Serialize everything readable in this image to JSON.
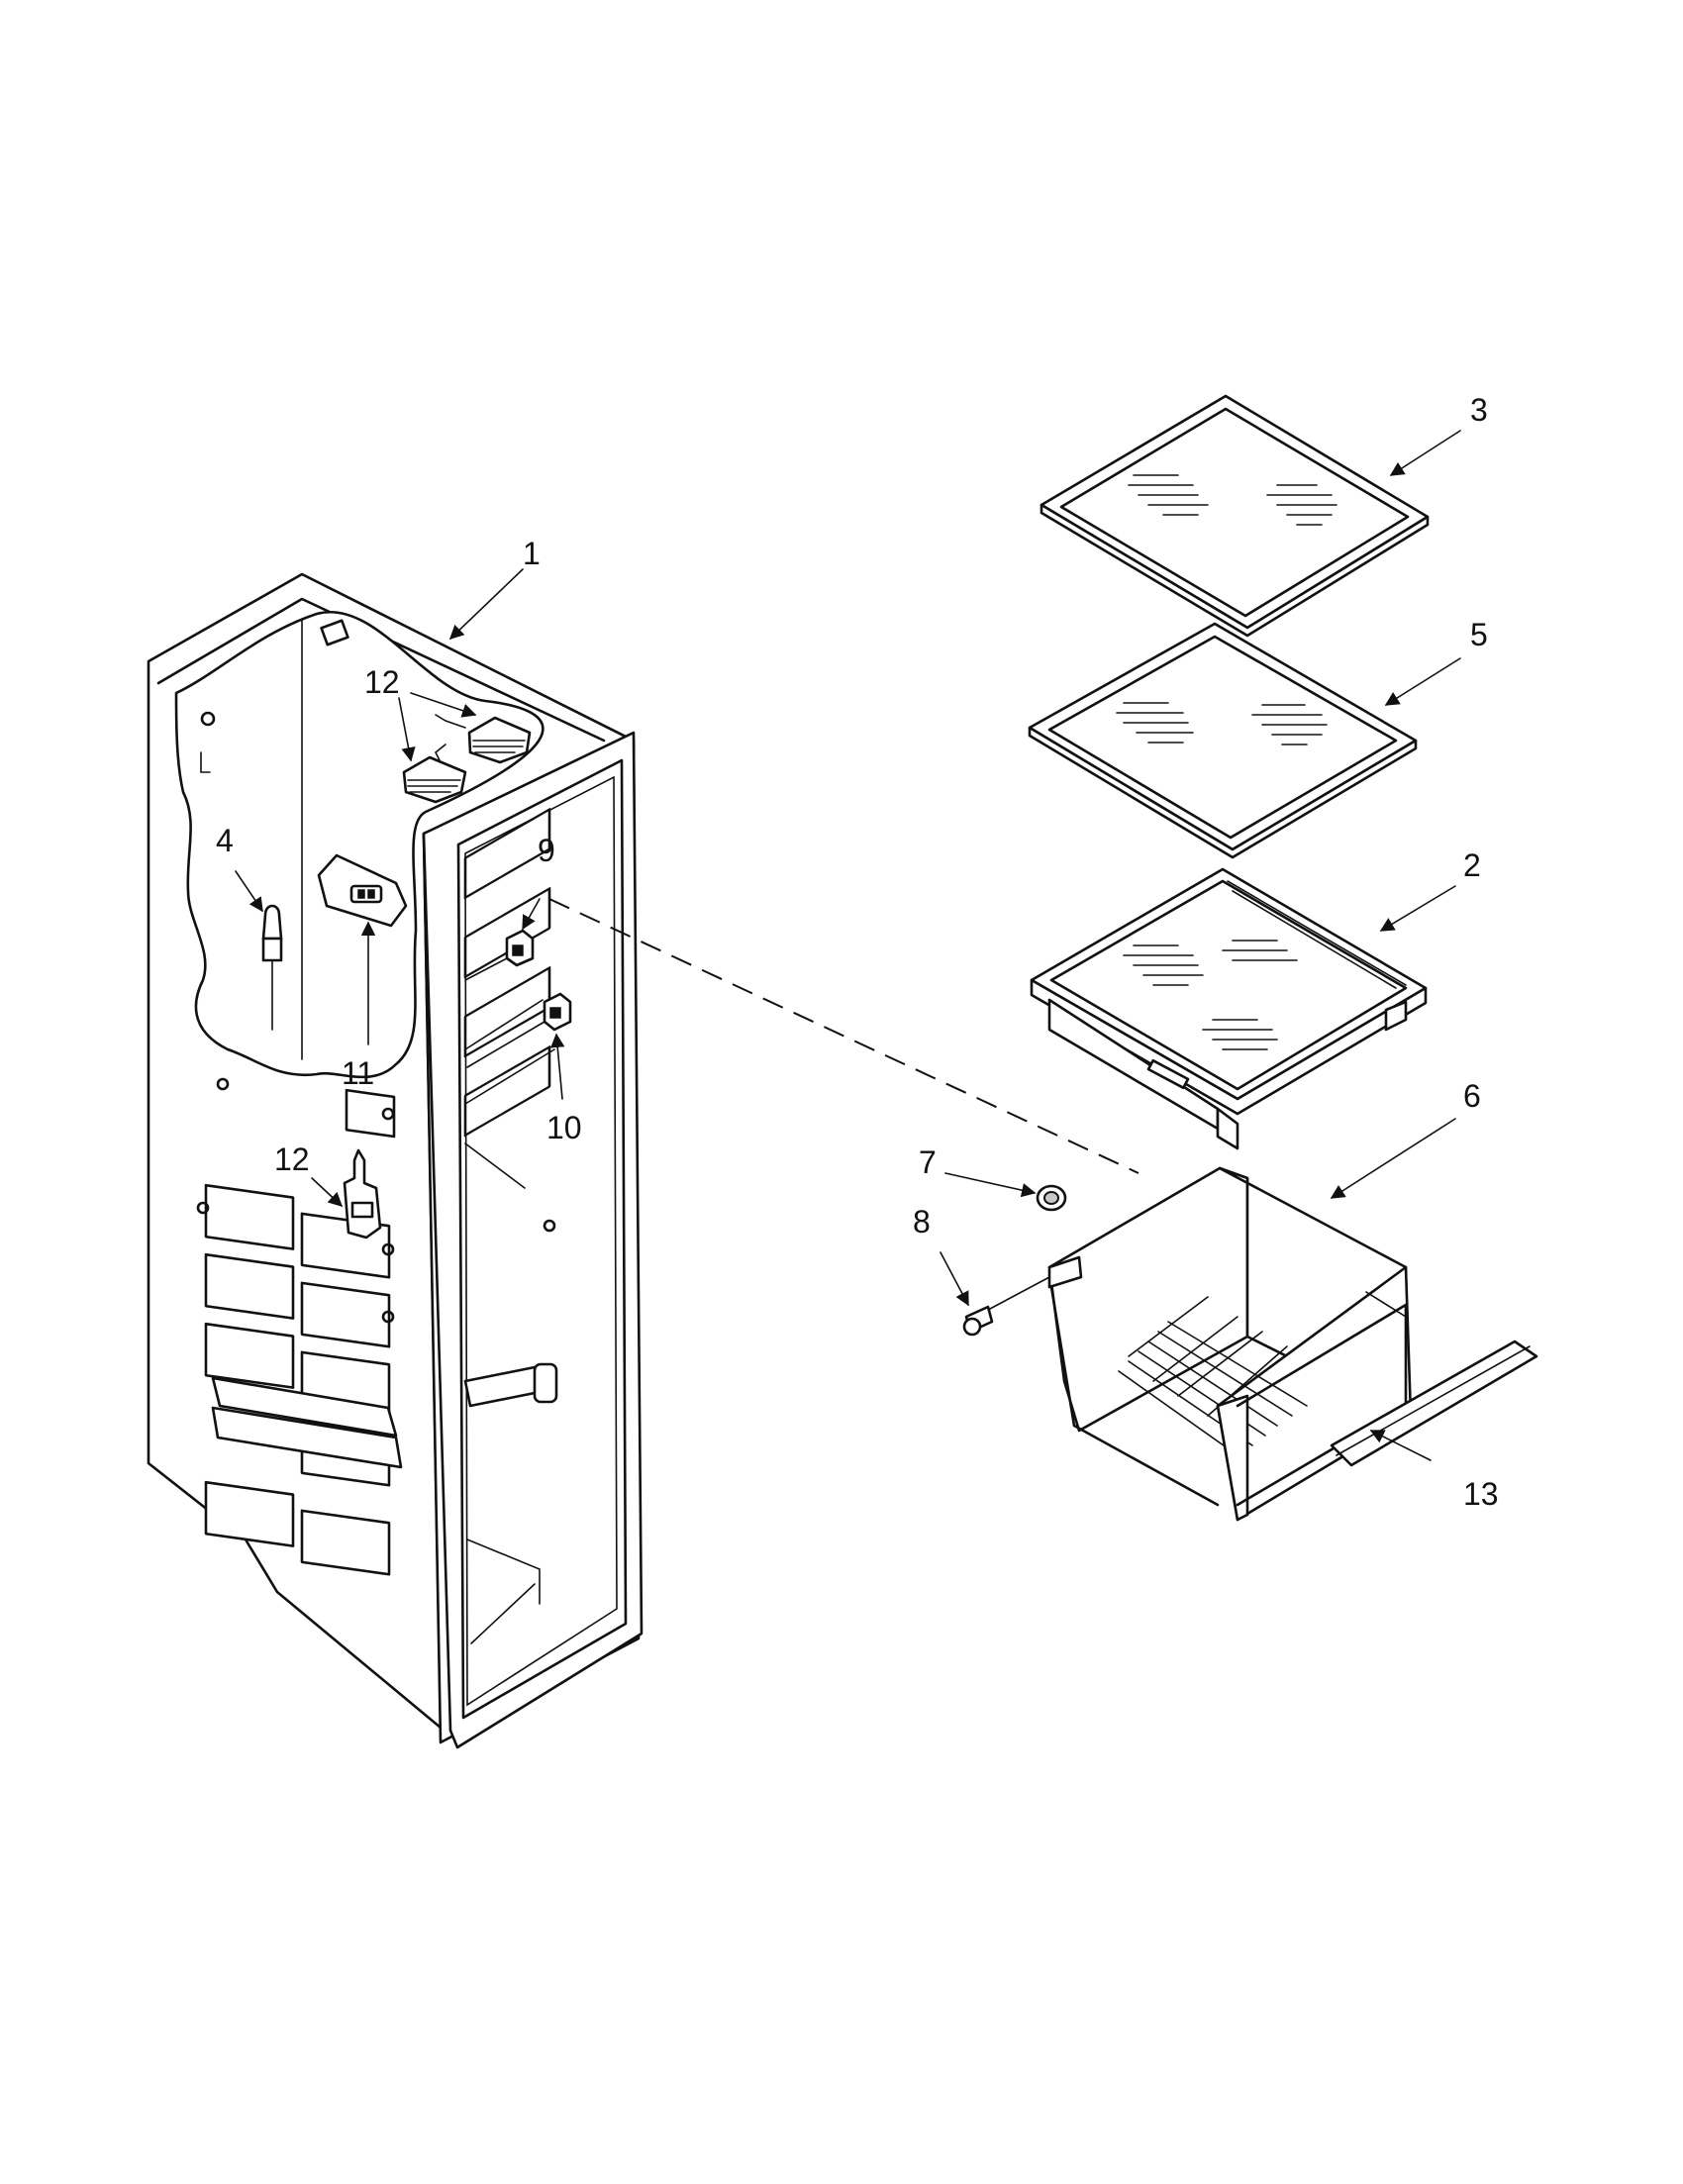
{
  "callouts": [
    {
      "id": "1",
      "label": "1"
    },
    {
      "id": "2",
      "label": "2"
    },
    {
      "id": "3",
      "label": "3"
    },
    {
      "id": "4",
      "label": "4"
    },
    {
      "id": "5",
      "label": "5"
    },
    {
      "id": "6",
      "label": "6"
    },
    {
      "id": "7",
      "label": "7"
    },
    {
      "id": "8",
      "label": "8"
    },
    {
      "id": "9",
      "label": "9"
    },
    {
      "id": "10",
      "label": "10"
    },
    {
      "id": "11",
      "label": "11"
    },
    {
      "id": "12a",
      "label": "12"
    },
    {
      "id": "12b",
      "label": "12"
    },
    {
      "id": "13",
      "label": "13"
    }
  ]
}
